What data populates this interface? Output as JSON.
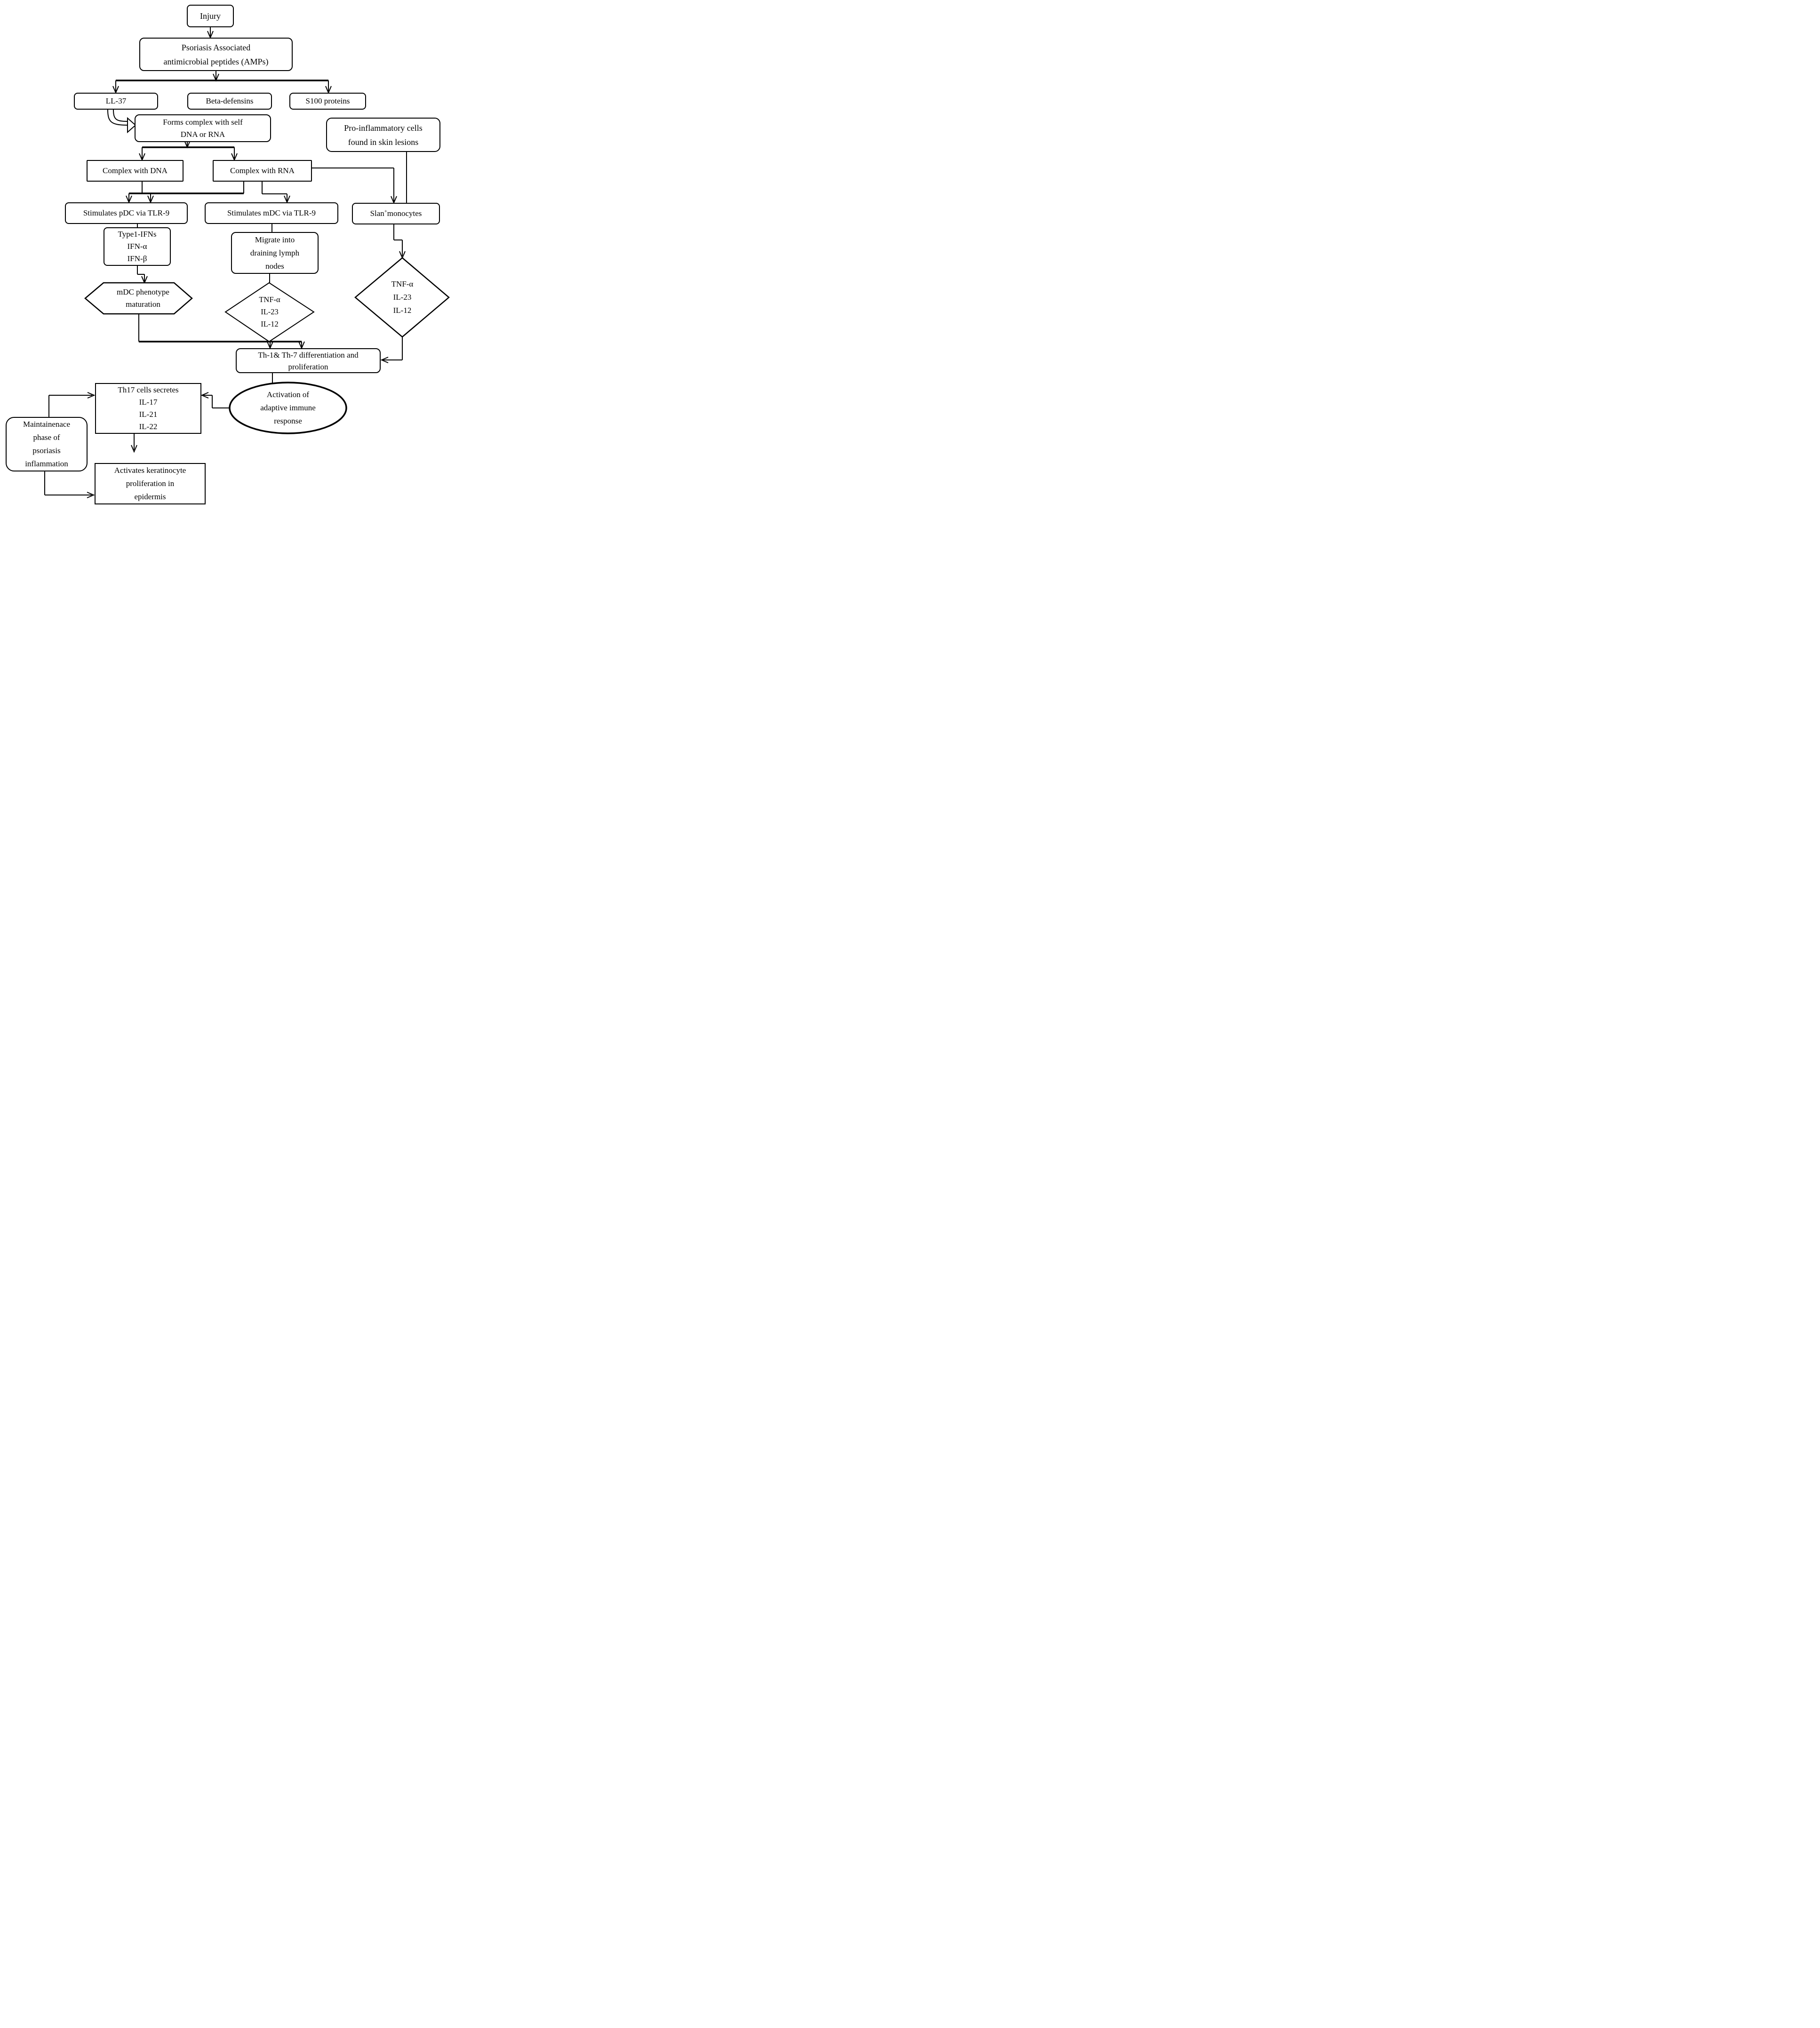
{
  "colors": {
    "ink": "#000000",
    "background": "#ffffff"
  },
  "nodes": {
    "injury": {
      "shape": "rounded-rect",
      "label": "Injury"
    },
    "amps": {
      "shape": "rounded-rect",
      "lines": [
        "Psoriasis Associated",
        "antimicrobial peptides (AMPs)"
      ]
    },
    "ll37": {
      "shape": "rounded-rect",
      "label": "LL-37"
    },
    "beta_defensins": {
      "shape": "rounded-rect",
      "label": "Beta-defensins"
    },
    "s100_proteins": {
      "shape": "rounded-rect",
      "label": "S100 proteins"
    },
    "forms_complex": {
      "shape": "rounded-rect",
      "lines": [
        "Forms complex with self",
        "DNA or RNA"
      ]
    },
    "pro_inflammatory": {
      "shape": "rounded-rect",
      "lines": [
        "Pro-inflammatory cells",
        "found in skin lesions"
      ]
    },
    "complex_dna": {
      "shape": "rect",
      "label": "Complex with DNA"
    },
    "complex_rna": {
      "shape": "rect",
      "label": "Complex with RNA"
    },
    "stimulates_pdc": {
      "shape": "rounded-rect",
      "label": "Stimulates pDC via TLR-9"
    },
    "stimulates_mdc": {
      "shape": "rounded-rect",
      "label": "Stimulates mDC via TLR-9"
    },
    "slan_monocytes": {
      "shape": "rounded-rect",
      "prefix": "Slan",
      "superscript": "+",
      "suffix": "monocytes"
    },
    "type1_ifns": {
      "shape": "rounded-rect",
      "lines": [
        "Type1-IFNs",
        "IFN-α",
        "IFN-β"
      ]
    },
    "migrate": {
      "shape": "rounded-rect",
      "lines": [
        "Migrate into",
        "draining lymph",
        "nodes"
      ]
    },
    "mdc_maturation": {
      "shape": "hexagon",
      "lines": [
        "mDC phenotype",
        "maturation"
      ]
    },
    "cytokines_mid": {
      "shape": "diamond",
      "lines": [
        "TNF-α",
        "IL-23",
        "IL-12"
      ]
    },
    "cytokines_right": {
      "shape": "diamond",
      "lines": [
        "TNF-α",
        "IL-23",
        "IL-12"
      ]
    },
    "th_differentiation": {
      "shape": "rounded-rect",
      "lines": [
        "Th-1& Th-7 differentiation and",
        "proliferation"
      ]
    },
    "activation": {
      "shape": "ellipse",
      "lines": [
        "Activation of",
        "adaptive immune",
        "response"
      ]
    },
    "th17": {
      "shape": "rect",
      "lines": [
        "Th17 cells secretes",
        "IL-17",
        "IL-21",
        "IL-22"
      ]
    },
    "maintenance": {
      "shape": "rounded-rect",
      "lines": [
        "Maintainenace",
        "phase of",
        "psoriasis",
        "inflammation"
      ]
    },
    "keratinocyte": {
      "shape": "rect",
      "lines": [
        "Activates keratinocyte",
        "proliferation in",
        "epidermis"
      ]
    }
  },
  "edges": [
    {
      "from": "injury",
      "to": "amps"
    },
    {
      "from": "amps",
      "to": "ll37"
    },
    {
      "from": "amps",
      "to": "beta_defensins"
    },
    {
      "from": "amps",
      "to": "s100_proteins"
    },
    {
      "from": "ll37",
      "to": "forms_complex"
    },
    {
      "from": "forms_complex",
      "to": "complex_dna"
    },
    {
      "from": "forms_complex",
      "to": "complex_rna"
    },
    {
      "from": "complex_dna",
      "to": "stimulates_pdc"
    },
    {
      "from": "complex_rna",
      "to": "stimulates_pdc"
    },
    {
      "from": "complex_rna",
      "to": "stimulates_mdc"
    },
    {
      "from": "complex_rna",
      "to": "slan_monocytes"
    },
    {
      "from": "pro_inflammatory",
      "to": "slan_monocytes"
    },
    {
      "from": "stimulates_pdc",
      "to": "type1_ifns"
    },
    {
      "from": "type1_ifns",
      "to": "mdc_maturation"
    },
    {
      "from": "stimulates_mdc",
      "to": "migrate"
    },
    {
      "from": "migrate",
      "to": "cytokines_mid"
    },
    {
      "from": "slan_monocytes",
      "to": "cytokines_right"
    },
    {
      "from": "mdc_maturation",
      "to": "th_differentiation"
    },
    {
      "from": "cytokines_mid",
      "to": "th_differentiation"
    },
    {
      "from": "cytokines_right",
      "to": "th_differentiation"
    },
    {
      "from": "th_differentiation",
      "to": "activation"
    },
    {
      "from": "activation",
      "to": "th17"
    },
    {
      "from": "maintenance",
      "to": "th17"
    },
    {
      "from": "th17",
      "to": "keratinocyte"
    },
    {
      "from": "maintenance",
      "to": "keratinocyte"
    }
  ]
}
